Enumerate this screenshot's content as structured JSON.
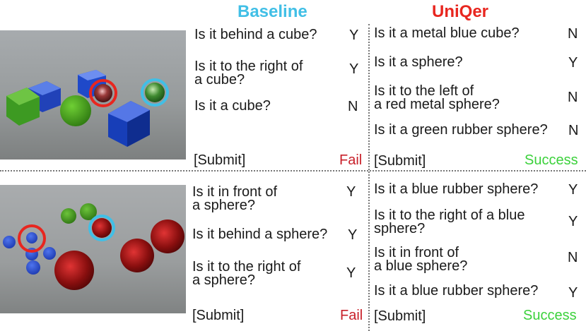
{
  "headers": {
    "baseline": {
      "label": "Baseline",
      "color": "#41bfe6"
    },
    "uniqer": {
      "label": "UniQer",
      "color": "#e8261f"
    }
  },
  "rows": [
    {
      "baseline": {
        "questions": [
          {
            "text": "Is it behind a cube?",
            "answer": "Y"
          },
          {
            "text": "Is it to the right of\na cube?",
            "answer": "Y"
          },
          {
            "text": "Is it a cube?",
            "answer": "N"
          }
        ],
        "submit": "[Submit]",
        "result": "Fail"
      },
      "uniqer": {
        "questions": [
          {
            "text": "Is it a metal blue cube?",
            "answer": "N"
          },
          {
            "text": "Is it a sphere?",
            "answer": "Y"
          },
          {
            "text": "Is it to the left of\na red metal sphere?",
            "answer": "N"
          },
          {
            "text": "Is it a green rubber sphere?",
            "answer": "N"
          }
        ],
        "submit": "[Submit]",
        "result": "Success"
      }
    },
    {
      "baseline": {
        "questions": [
          {
            "text": "Is it in front of\na sphere?",
            "answer": "Y"
          },
          {
            "text": "Is it behind a sphere?",
            "answer": "Y"
          },
          {
            "text": "Is it to the right of\na sphere?",
            "answer": "Y"
          }
        ],
        "submit": "[Submit]",
        "result": "Fail"
      },
      "uniqer": {
        "questions": [
          {
            "text": "Is it a blue rubber sphere?",
            "answer": "Y"
          },
          {
            "text": "Is it to the right of a blue\nsphere?",
            "answer": "Y"
          },
          {
            "text": "Is it in front of\na blue sphere?",
            "answer": "N"
          },
          {
            "text": "Is it a blue rubber sphere?",
            "answer": "Y"
          }
        ],
        "submit": "[Submit]",
        "result": "Success"
      }
    }
  ],
  "colors": {
    "fail": "#c8202a",
    "success": "#3bd13b",
    "baseline_marker": "#41bfe6",
    "uniqer_marker": "#e8261f"
  }
}
